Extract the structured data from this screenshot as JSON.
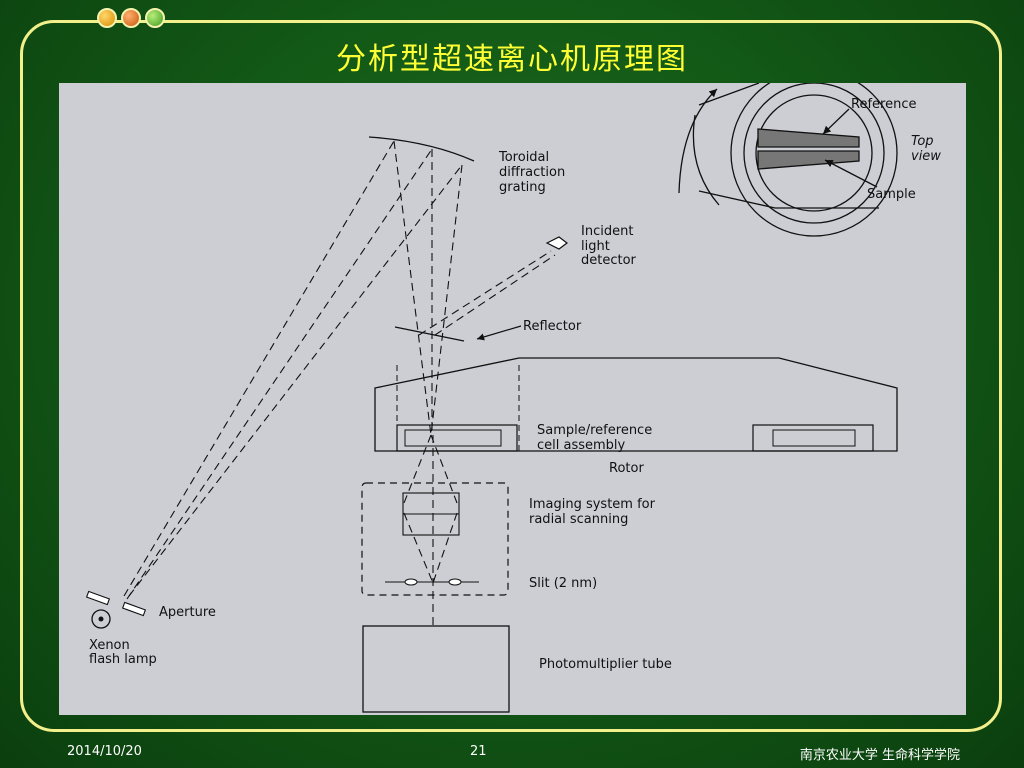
{
  "slide": {
    "title": "分析型超速离心机原理图"
  },
  "diagram": {
    "top_view": {
      "reference": "Reference",
      "top": "Top",
      "view": "view",
      "sample": "Sample"
    },
    "grating": [
      "Toroidal",
      "diffraction",
      "grating"
    ],
    "detector": [
      "Incident",
      "light",
      "detector"
    ],
    "reflector": "Reflector",
    "cell_assembly": [
      "Sample/reference",
      "cell assembly"
    ],
    "rotor": "Rotor",
    "imaging": [
      "Imaging system for",
      "radial scanning"
    ],
    "slit": "Slit (2 nm)",
    "aperture": "Aperture",
    "lamp": [
      "Xenon",
      "flash lamp"
    ],
    "pmt": "Photomultiplier tube"
  },
  "footer": {
    "date": "2014/10/20",
    "page": "21",
    "institution": "南京农业大学  生命科学学院"
  },
  "colors": {
    "background": "#135a17",
    "frame": "#f2f08a",
    "title": "#ffff33",
    "panel": "#ccced4"
  }
}
